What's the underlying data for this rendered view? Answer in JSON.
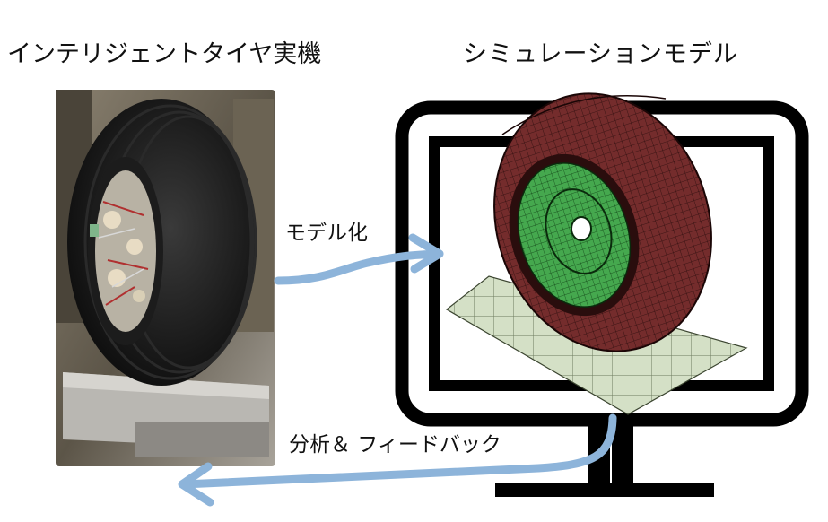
{
  "left_panel": {
    "title": "インテリジェントタイヤ実機"
  },
  "right_panel": {
    "title": "シミュレーションモデル"
  },
  "arrows": {
    "to_model_label": "モデル化",
    "to_feedback_label": "分析＆ フィードバック"
  },
  "colors": {
    "arrow": "#8db4da",
    "monitor": "#000000",
    "tire_mesh": "#6e2a2a",
    "rim_mesh": "#3e9a46",
    "ground_mesh": "#cfdcc0"
  }
}
